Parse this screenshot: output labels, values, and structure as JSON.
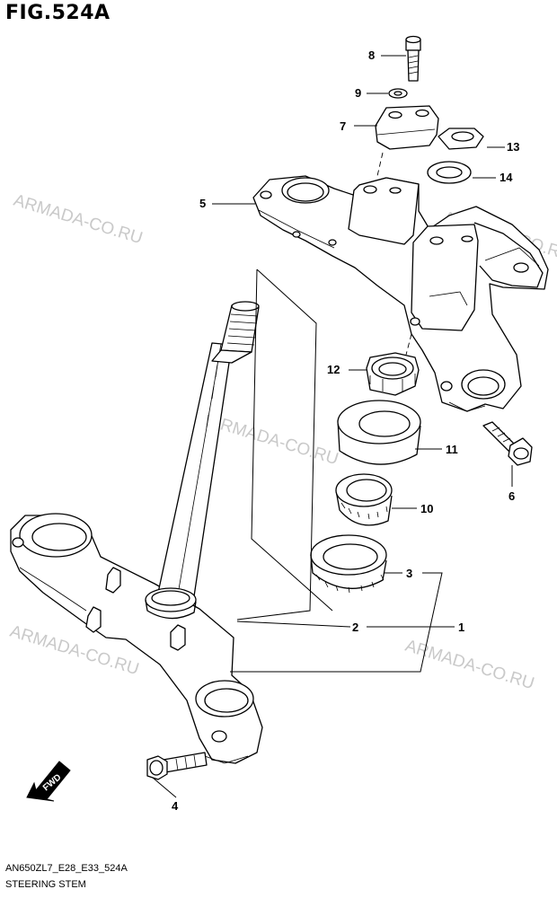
{
  "header": {
    "title": "FIG.524A"
  },
  "footer": {
    "code": "AN650ZL7_E28_E33_524A",
    "name": "STEERING STEM"
  },
  "watermark": "ARMADA-CO.RU",
  "direction_badge": "FWD",
  "callouts": {
    "c1": "1",
    "c2": "2",
    "c3": "3",
    "c4": "4",
    "c5": "5",
    "c6": "6",
    "c7": "7",
    "c8": "8",
    "c9": "9",
    "c10": "10",
    "c11": "11",
    "c12": "12",
    "c13": "13",
    "c14": "14"
  }
}
